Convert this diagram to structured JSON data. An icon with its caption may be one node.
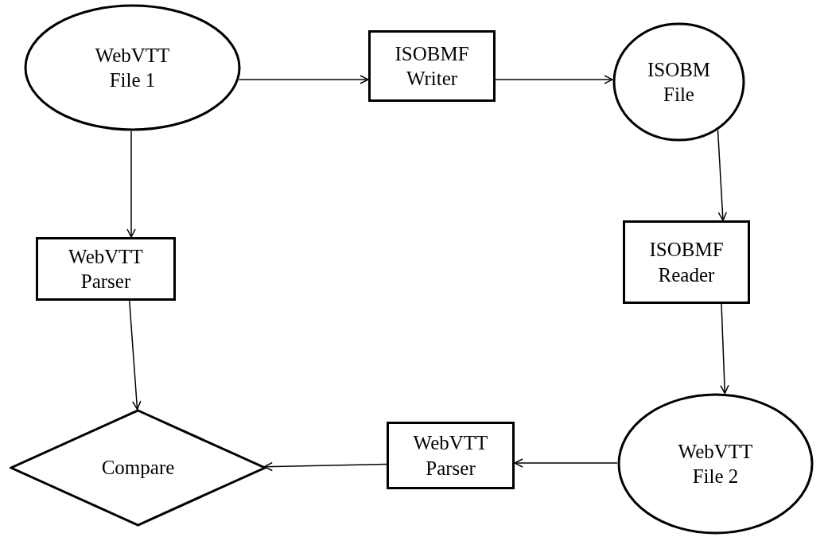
{
  "diagram": {
    "nodes": [
      {
        "text": [
          "WebVTT File 1"
        ]
      },
      {
        "text": [
          "ISOBMF Writer"
        ]
      },
      {
        "text": [
          "ISOBM File"
        ]
      },
      {
        "text": [
          "WebVTT Parser"
        ]
      },
      {
        "text": [
          "ISOBMF Reader"
        ]
      },
      {
        "text": [
          "Compare"
        ]
      },
      {
        "text": [
          "WebVTT Parser"
        ]
      },
      {
        "text": [
          "WebVTT File 2"
        ]
      }
    ],
    "edges": [
      {
        "from": 0,
        "to": 1,
        "arrow": "to"
      },
      {
        "from": 1,
        "to": 2,
        "arrow": "to"
      },
      {
        "from": 2,
        "to": 4,
        "arrow": "to"
      },
      {
        "from": 4,
        "to": 7,
        "arrow": "to"
      },
      {
        "from": 7,
        "to": 6,
        "arrow": "to"
      },
      {
        "from": 6,
        "to": 5,
        "arrow": "to"
      },
      {
        "from": 0,
        "to": 3,
        "arrow": "to"
      },
      {
        "from": 3,
        "to": 5,
        "arrow": "to"
      }
    ]
  }
}
